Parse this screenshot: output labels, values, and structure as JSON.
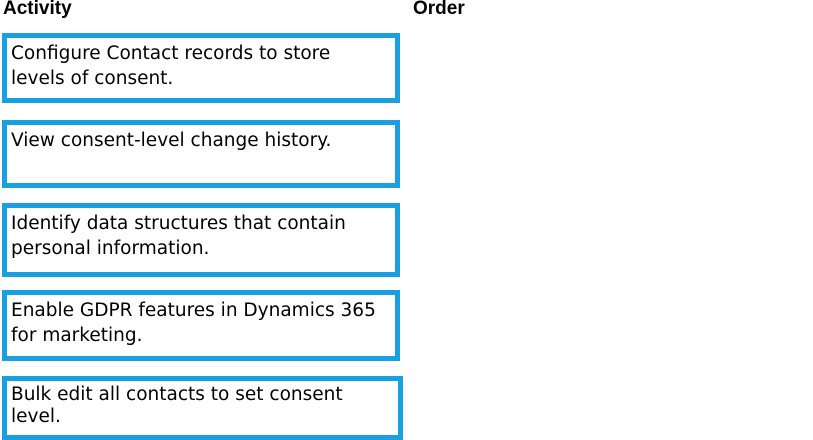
{
  "headers": {
    "activity": "Activity",
    "order": "Order"
  },
  "activities": [
    {
      "text": "Configure Contact records to store levels of consent."
    },
    {
      "text": "View consent-level change history."
    },
    {
      "text": "Identify data structures that contain personal information."
    },
    {
      "text": "Enable GDPR features in Dynamics 365 for marketing."
    },
    {
      "text": "Bulk edit all contacts to set consent level."
    }
  ],
  "colors": {
    "item_border": "#1a9fe0",
    "background": "#ffffff",
    "text": "#000000"
  }
}
